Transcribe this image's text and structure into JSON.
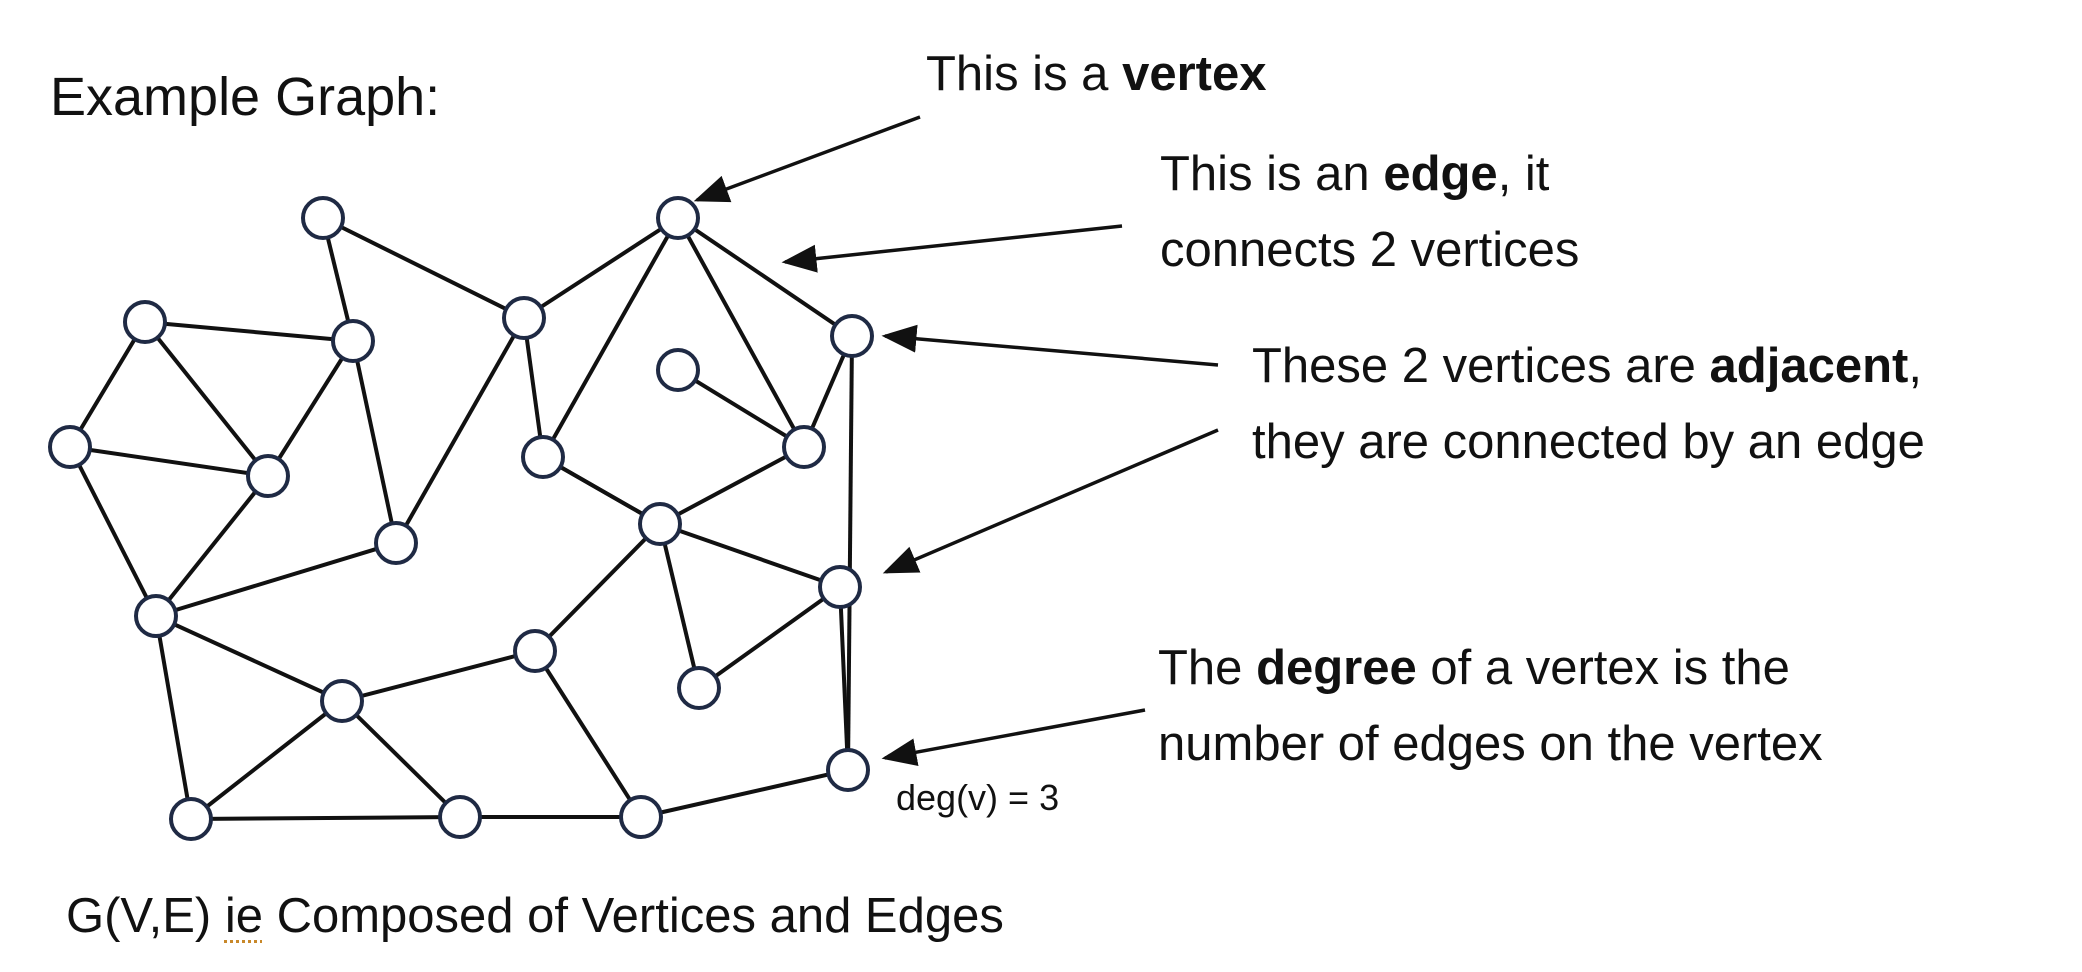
{
  "title": "Example Graph:",
  "caption": {
    "prefix": "G(V,E) ",
    "flagged_word": "ie",
    "suffix": " Composed of Vertices and Edges"
  },
  "deg_label": "deg(v) = 3",
  "annotations": {
    "vertex": {
      "text": "This is a ",
      "bold": "vertex"
    },
    "edge": {
      "line1_pre": "This is an ",
      "line1_bold": "edge",
      "line1_post": ", it",
      "line2": "connects 2 vertices"
    },
    "adjacent": {
      "line1_pre": "These 2 vertices are ",
      "line1_bold": "adjacent",
      "line1_post": ",",
      "line2": "they are connected by an edge"
    },
    "degree": {
      "line1_pre": "The ",
      "line1_bold": "degree",
      "line1_post": " of a vertex is the",
      "line2": "number of edges on the vertex"
    }
  },
  "colors": {
    "node_stroke": "#1f2a44",
    "edge_stroke": "#111111",
    "text": "#111111"
  }
}
